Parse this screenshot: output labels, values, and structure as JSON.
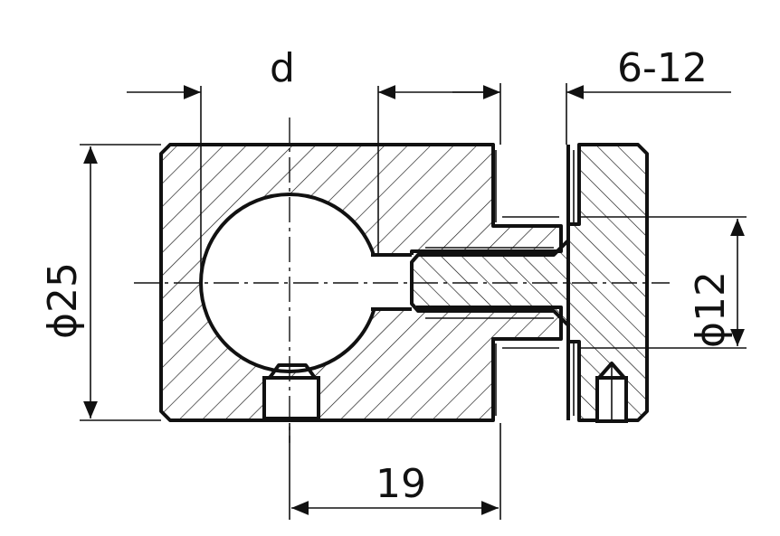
{
  "dimensions": {
    "bore_diameter": "d",
    "panel_thickness": "6-12",
    "outer_diameter": "ϕ25",
    "stud_diameter": "ϕ12",
    "hole_offset": "19"
  },
  "colors": {
    "line": "#111111",
    "background": "#ffffff"
  }
}
